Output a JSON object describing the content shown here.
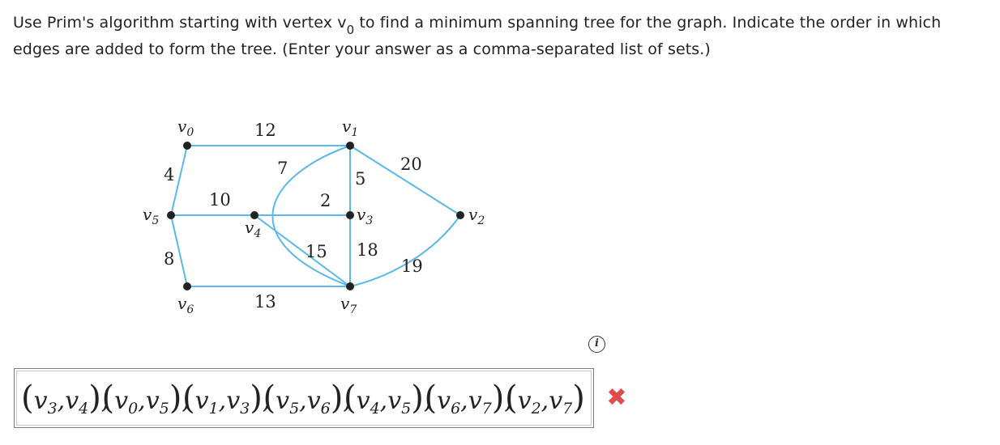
{
  "question": {
    "text_before": "Use Prim's algorithm starting with vertex v",
    "start_sub": "0",
    "text_after": " to find a minimum spanning tree for the graph. Indicate the order in which edges are added to form the tree. (Enter your answer as a comma-separated list of sets.)"
  },
  "graph": {
    "vertices": [
      {
        "name": "v",
        "sub": "0"
      },
      {
        "name": "v",
        "sub": "1"
      },
      {
        "name": "v",
        "sub": "2"
      },
      {
        "name": "v",
        "sub": "3"
      },
      {
        "name": "v",
        "sub": "4"
      },
      {
        "name": "v",
        "sub": "5"
      },
      {
        "name": "v",
        "sub": "6"
      },
      {
        "name": "v",
        "sub": "7"
      }
    ],
    "edges": [
      {
        "from": "v0",
        "to": "v1",
        "weight": "12"
      },
      {
        "from": "v0",
        "to": "v5",
        "weight": "4"
      },
      {
        "from": "v5",
        "to": "v4",
        "weight": "10"
      },
      {
        "from": "v5",
        "to": "v6",
        "weight": "8"
      },
      {
        "from": "v1",
        "to": "v7",
        "weight": "7"
      },
      {
        "from": "v1",
        "to": "v3",
        "weight": "5"
      },
      {
        "from": "v1",
        "to": "v2",
        "weight": "20"
      },
      {
        "from": "v4",
        "to": "v3",
        "weight": "2"
      },
      {
        "from": "v4",
        "to": "v7",
        "weight": "15"
      },
      {
        "from": "v3",
        "to": "v7",
        "weight": "18"
      },
      {
        "from": "v2",
        "to": "v7",
        "weight": "19"
      },
      {
        "from": "v6",
        "to": "v7",
        "weight": "13"
      }
    ],
    "edge_color": "#5bb8e8"
  },
  "answer": {
    "pairs": [
      [
        "3",
        "4"
      ],
      [
        "0",
        "5"
      ],
      [
        "1",
        "3"
      ],
      [
        "5",
        "6"
      ],
      [
        "4",
        "5"
      ],
      [
        "6",
        "7"
      ],
      [
        "2",
        "7"
      ]
    ],
    "var": "v",
    "status": "incorrect",
    "status_icon": "x-mark-icon",
    "status_color": "#e04b4b"
  },
  "info_icon": {
    "glyph": "i",
    "name": "info-icon"
  }
}
